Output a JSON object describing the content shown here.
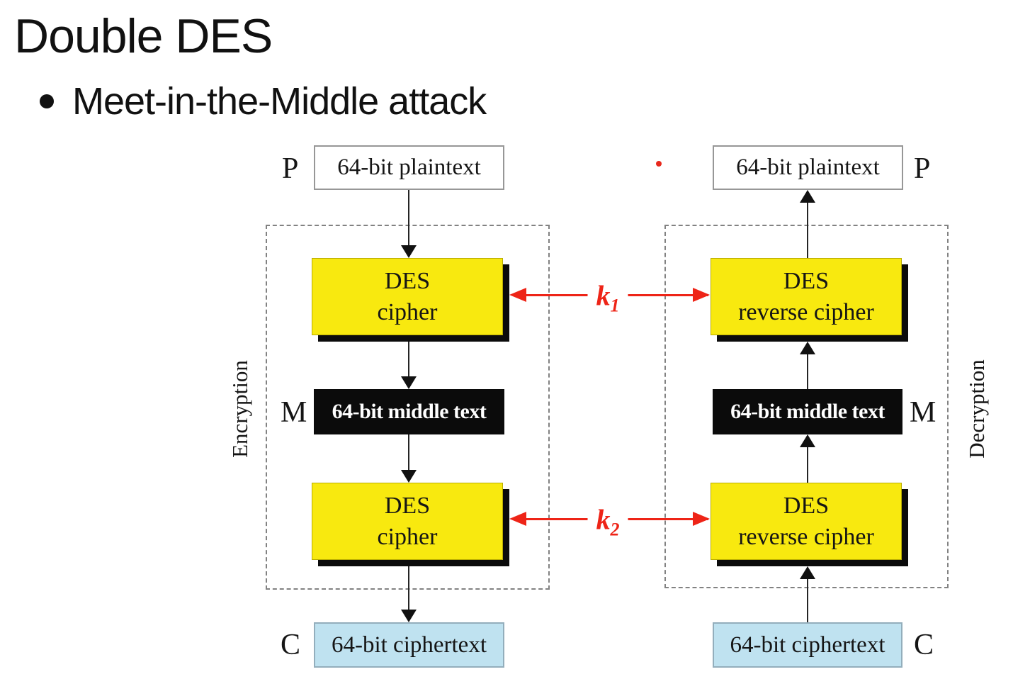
{
  "slide": {
    "title": "Double DES",
    "bullet_text": "Meet-in-the-Middle attack"
  },
  "colors": {
    "box_yellow": "#f8e90f",
    "box_cyan": "#bfe2f0",
    "box_black": "#0b0b0b",
    "arrow_red": "#ee2417",
    "dash_gray": "#828282"
  },
  "encryption": {
    "section_label": "Encryption",
    "plaintext_label": "P",
    "plaintext_box": "64-bit plaintext",
    "cipher1_line1": "DES",
    "cipher1_line2": "cipher",
    "middle_label": "M",
    "middle_box": "64-bit middle text",
    "cipher2_line1": "DES",
    "cipher2_line2": "cipher",
    "ciphertext_label": "C",
    "ciphertext_box": "64-bit ciphertext"
  },
  "decryption": {
    "section_label": "Decryption",
    "plaintext_label": "P",
    "plaintext_box": "64-bit plaintext",
    "cipher1_line1": "DES",
    "cipher1_line2": "reverse cipher",
    "middle_label": "M",
    "middle_box": "64-bit middle text",
    "cipher2_line1": "DES",
    "cipher2_line2": "reverse cipher",
    "ciphertext_label": "C",
    "ciphertext_box": "64-bit ciphertext"
  },
  "keys": {
    "k1_symbol": "k",
    "k1_sub": "1",
    "k2_symbol": "k",
    "k2_sub": "2"
  }
}
